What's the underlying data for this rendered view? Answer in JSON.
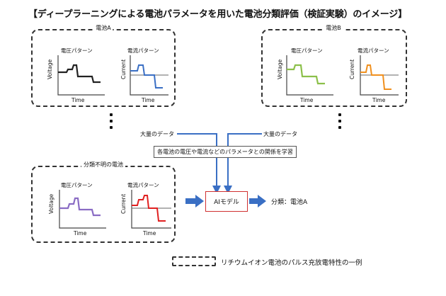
{
  "title": "【ディープラーニングによる電池パラメータを用いた電池分類評価（検証実験）のイメージ】",
  "battery_a": {
    "label": "電池A",
    "voltage_plot": {
      "title": "電圧パターン",
      "ylabel": "Voltage",
      "xlabel": "Time",
      "color": "#222222"
    },
    "current_plot": {
      "title": "電流パターン",
      "ylabel": "Current",
      "xlabel": "Time",
      "color": "#3a6fc4"
    }
  },
  "battery_b": {
    "label": "電池B",
    "voltage_plot": {
      "title": "電圧パターン",
      "ylabel": "Voltage",
      "xlabel": "Time",
      "color": "#8cc04a"
    },
    "current_plot": {
      "title": "電流パターン",
      "ylabel": "Current",
      "xlabel": "Time",
      "color": "#f0901e"
    }
  },
  "unknown_battery": {
    "label": "分類不明の電池",
    "voltage_plot": {
      "title": "電圧パターン",
      "ylabel": "Voltage",
      "xlabel": "Time",
      "color": "#8a6cc4"
    },
    "current_plot": {
      "title": "電流パターン",
      "ylabel": "Current",
      "xlabel": "Time",
      "color": "#e02020"
    }
  },
  "flow": {
    "large_data_left": "大量のデータ",
    "large_data_right": "大量のデータ",
    "learning_text": "各電池の電圧や電流などのパラメータとの関係を学習",
    "ai_model": "AIモデル",
    "result": "分類：電池A"
  },
  "legend": {
    "text": "リチウムイオン電池のパルス充放電特性の一例"
  },
  "colors": {
    "arrow": "#3a6fc4",
    "ai_border": "#d03030"
  }
}
